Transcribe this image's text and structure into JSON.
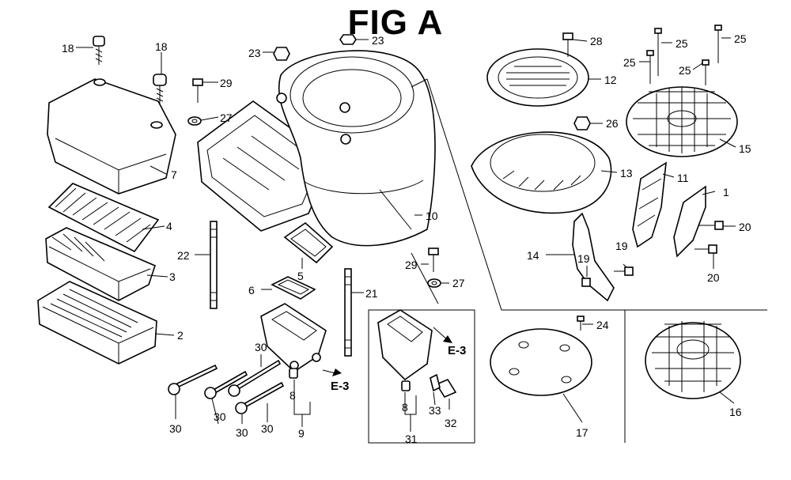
{
  "figure": {
    "title": "FIG A"
  },
  "callouts": {
    "c18a": "18",
    "c18b": "18",
    "c7": "7",
    "c4": "4",
    "c3": "3",
    "c2": "2",
    "c29a": "29",
    "c27a": "27",
    "c23a": "23",
    "c23b": "23",
    "c22": "22",
    "c5": "5",
    "c10": "10",
    "c6": "6",
    "c21": "21",
    "c29b": "29",
    "c27b": "27",
    "c30a": "30",
    "c30b": "30",
    "c30c": "30",
    "c30d": "30",
    "c8a": "8",
    "c9": "9",
    "c28": "28",
    "c12": "12",
    "c26": "26",
    "c13": "13",
    "c25a": "25",
    "c25b": "25",
    "c25c": "25",
    "c25d": "25",
    "c15": "15",
    "c11": "11",
    "c1": "1",
    "c20a": "20",
    "c20b": "20",
    "c14": "14",
    "c19a": "19",
    "c19b": "19",
    "c8b": "8",
    "c31": "31",
    "c32": "32",
    "c33": "33",
    "c24": "24",
    "c17": "17",
    "c16": "16"
  },
  "refs": {
    "e3a": "E-3",
    "e3b": "E-3"
  }
}
